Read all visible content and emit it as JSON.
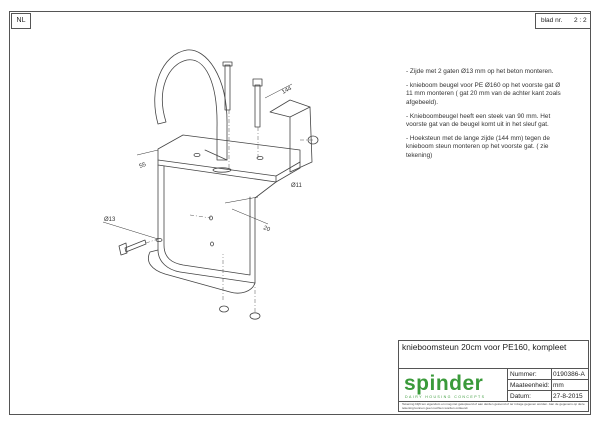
{
  "sheet": {
    "language_tag": "NL",
    "sheet_label": "blad nr.",
    "sheet_number": "2 : 2"
  },
  "notes": [
    "- Zijde met 2 gaten Ø13 mm op het beton monteren.",
    "- knieboom beugel voor PE Ø160 op het voorste gat Ø 11 mm monteren ( gat 20 mm van de achter kant zoals afgebeeld).",
    "- Knieboombeugel heeft een steek van 90 mm. Het voorste gat van de beugel komt uit in het sleuf gat.",
    "- Hoeksteun met de lange zijde (144 mm) tegen de knieboom steun monteren op het voorste gat. ( zie tekening)"
  ],
  "dimensions": {
    "length_144": "144",
    "width_55": "55",
    "hole_11": "Ø11",
    "offset_20": "20",
    "hole_13": "Ø13"
  },
  "title_block": {
    "title": "knieboomsteun 20cm voor PE160, kompleet",
    "logo_word": "spinder",
    "logo_tagline": "DAIRY HOUSING CONCEPTS",
    "fields": [
      {
        "label": "Nummer:",
        "value": "0190386-A"
      },
      {
        "label": "Maateenheid:",
        "value": "mm"
      },
      {
        "label": "Datum:",
        "value": "27-8-2015"
      }
    ],
    "footnote": "Tekening blijft ten eigendom en mag niet gekopieerd of aan derden getoond of ter inzage gegeven worden. Aan de gegevens op deze tekening kunnen geen rechten worden ontleend."
  },
  "colors": {
    "brand_green": "#3a9a3a",
    "line": "#444444"
  }
}
